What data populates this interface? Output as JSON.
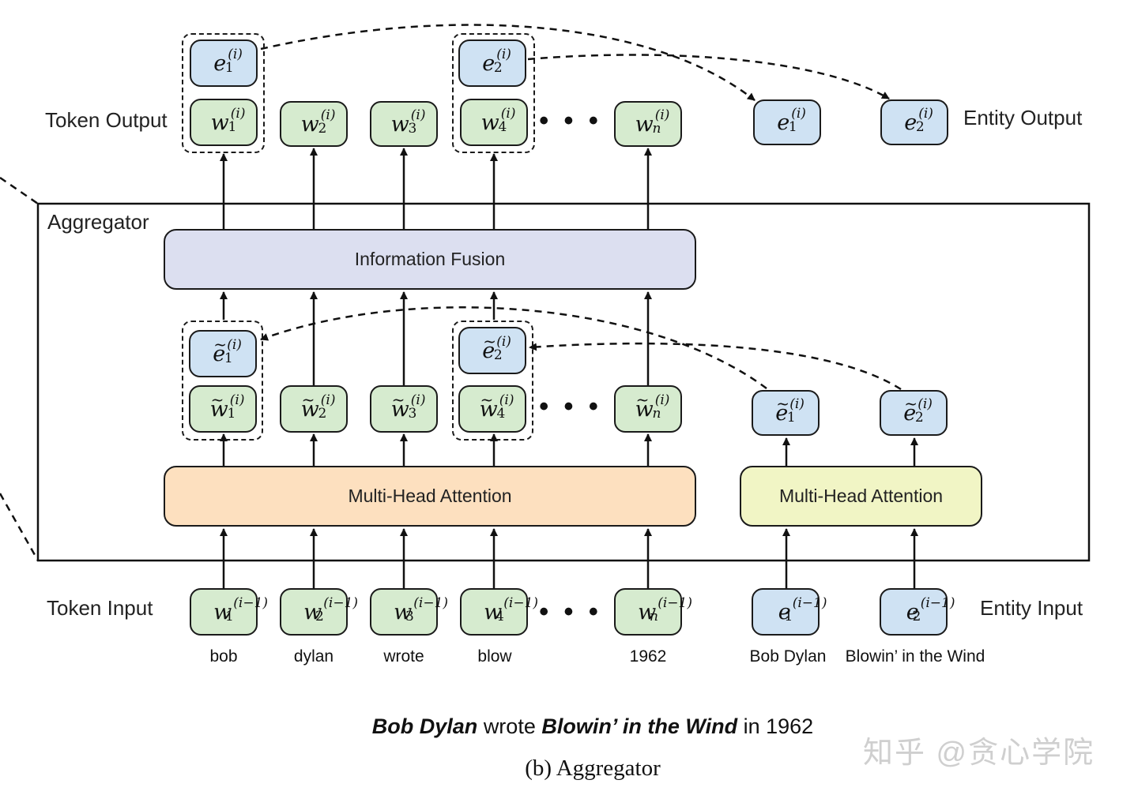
{
  "labels": {
    "token_output": "Token Output",
    "entity_output": "Entity Output",
    "token_input": "Token Input",
    "entity_input": "Entity Input",
    "aggregator": "Aggregator"
  },
  "layers": {
    "information_fusion": "Information Fusion",
    "token_mha": "Multi-Head Attention",
    "entity_mha": "Multi-Head Attention"
  },
  "colors": {
    "token_box": "#d6ebcf",
    "entity_box": "#cfe2f3",
    "fusion_layer": "#dcdff0",
    "token_mha_layer": "#fde0bf",
    "entity_mha_layer": "#f1f5c5"
  },
  "ellipsis": "• • •",
  "token_output": [
    {
      "base": "w",
      "sub": "1",
      "sup": "(i)"
    },
    {
      "base": "w",
      "sub": "2",
      "sup": "(i)"
    },
    {
      "base": "w",
      "sub": "3",
      "sup": "(i)"
    },
    {
      "base": "w",
      "sub": "4",
      "sup": "(i)"
    },
    {
      "base": "w",
      "sub": "n",
      "sup": "(i)"
    }
  ],
  "entity_output_aligned": [
    {
      "base": "e",
      "sub": "1",
      "sup": "(i)"
    },
    {
      "base": "e",
      "sub": "2",
      "sup": "(i)"
    }
  ],
  "entity_output": [
    {
      "base": "e",
      "sub": "1",
      "sup": "(i)"
    },
    {
      "base": "e",
      "sub": "2",
      "sup": "(i)"
    }
  ],
  "token_intermediate": [
    {
      "base": "w",
      "sub": "1",
      "sup": "(i)"
    },
    {
      "base": "w",
      "sub": "2",
      "sup": "(i)"
    },
    {
      "base": "w",
      "sub": "3",
      "sup": "(i)"
    },
    {
      "base": "w",
      "sub": "4",
      "sup": "(i)"
    },
    {
      "base": "w",
      "sub": "n",
      "sup": "(i)"
    }
  ],
  "entity_intermediate_aligned": [
    {
      "base": "e",
      "sub": "1",
      "sup": "(i)"
    },
    {
      "base": "e",
      "sub": "2",
      "sup": "(i)"
    }
  ],
  "entity_intermediate": [
    {
      "base": "e",
      "sub": "1",
      "sup": "(i)"
    },
    {
      "base": "e",
      "sub": "2",
      "sup": "(i)"
    }
  ],
  "token_input": [
    {
      "base": "w",
      "sub": "1",
      "sup": "(i−1)"
    },
    {
      "base": "w",
      "sub": "2",
      "sup": "(i−1)"
    },
    {
      "base": "w",
      "sub": "3",
      "sup": "(i−1)"
    },
    {
      "base": "w",
      "sub": "4",
      "sup": "(i−1)"
    },
    {
      "base": "w",
      "sub": "n",
      "sup": "(i−1)"
    }
  ],
  "entity_input": [
    {
      "base": "e",
      "sub": "1",
      "sup": "(i−1)"
    },
    {
      "base": "e",
      "sub": "2",
      "sup": "(i−1)"
    }
  ],
  "tokens": [
    "bob",
    "dylan",
    "wrote",
    "blow",
    "1962"
  ],
  "entities": [
    "Bob Dylan",
    "Blowin’ in the Wind"
  ],
  "sentence": {
    "entity1": "Bob Dylan",
    "w1": "wrote",
    "entity2": "Blowin’ in the Wind",
    "w2": "in 1962"
  },
  "caption": "(b) Aggregator",
  "watermark": "知乎 @贪心学院"
}
